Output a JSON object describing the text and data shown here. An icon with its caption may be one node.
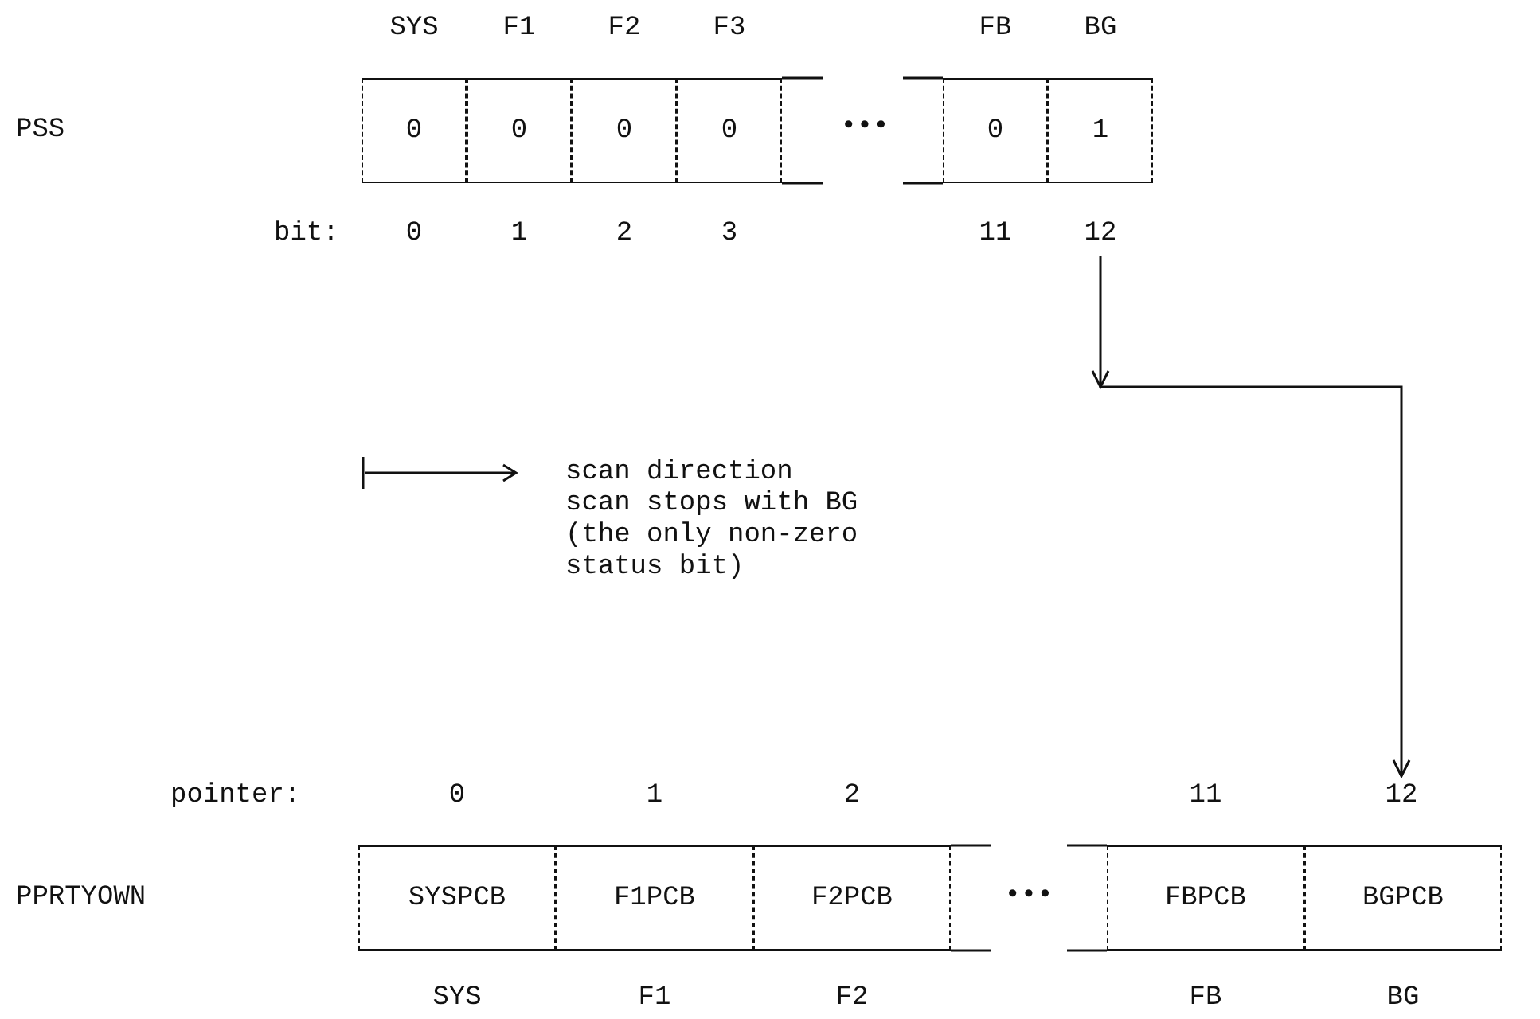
{
  "diagram": {
    "nodes": [
      {
        "text": [
          "0"
        ]
      },
      {
        "text": [
          "0"
        ]
      },
      {
        "text": [
          "0"
        ]
      },
      {
        "text": [
          "0"
        ]
      },
      {
        "text": [
          "0"
        ]
      },
      {
        "text": [
          "1"
        ]
      },
      {
        "text": [
          "12"
        ]
      },
      {
        "text": [
          "12"
        ]
      },
      {
        "text": [
          "SYSPCB"
        ]
      },
      {
        "text": [
          "F1PCB"
        ]
      },
      {
        "text": [
          "F2PCB"
        ]
      },
      {
        "text": [
          "FBPCB"
        ]
      },
      {
        "text": [
          "BGPCB"
        ]
      }
    ],
    "edges": [
      {
        "from": 6,
        "to": 7,
        "arrow": "to"
      }
    ],
    "labels": [
      "SYS",
      "F1",
      "F2",
      "F3",
      "FB",
      "BG",
      "PSS",
      "•••",
      "bit:",
      "0",
      "1",
      "2",
      "3",
      "11",
      "scan direction",
      "scan stops with BG (the only non-zero status bit)",
      "pointer:",
      "0",
      "1",
      "2",
      "11",
      "PPRTYOWN",
      "•••",
      "SYS",
      "F1",
      "F2",
      "FB",
      "BG"
    ]
  }
}
